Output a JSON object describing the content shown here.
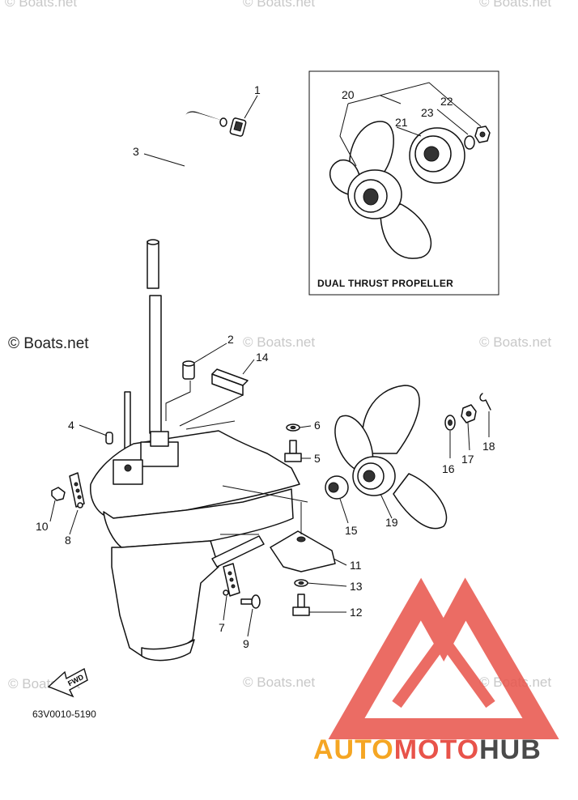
{
  "watermark": "© Boats.net",
  "inset": {
    "title": "DUAL THRUST PROPELLER"
  },
  "diagram_code": "63V0010-5190",
  "fwd_label": "FWD",
  "brand": {
    "part1": "AUTO",
    "part2": "MOTO",
    "part3": "HUB",
    "color1": "#f5a623",
    "color2": "#e8534a",
    "color3": "#4a4a4a"
  },
  "callouts": {
    "c1": "1",
    "c2": "2",
    "c3": "3",
    "c4": "4",
    "c5": "5",
    "c6": "6",
    "c7": "7",
    "c8": "8",
    "c9": "9",
    "c10": "10",
    "c11": "11",
    "c12": "12",
    "c13": "13",
    "c14": "14",
    "c15": "15",
    "c16": "16",
    "c17": "17",
    "c18": "18",
    "c19": "19",
    "c20": "20",
    "c21": "21",
    "c22": "22",
    "c23": "23"
  }
}
